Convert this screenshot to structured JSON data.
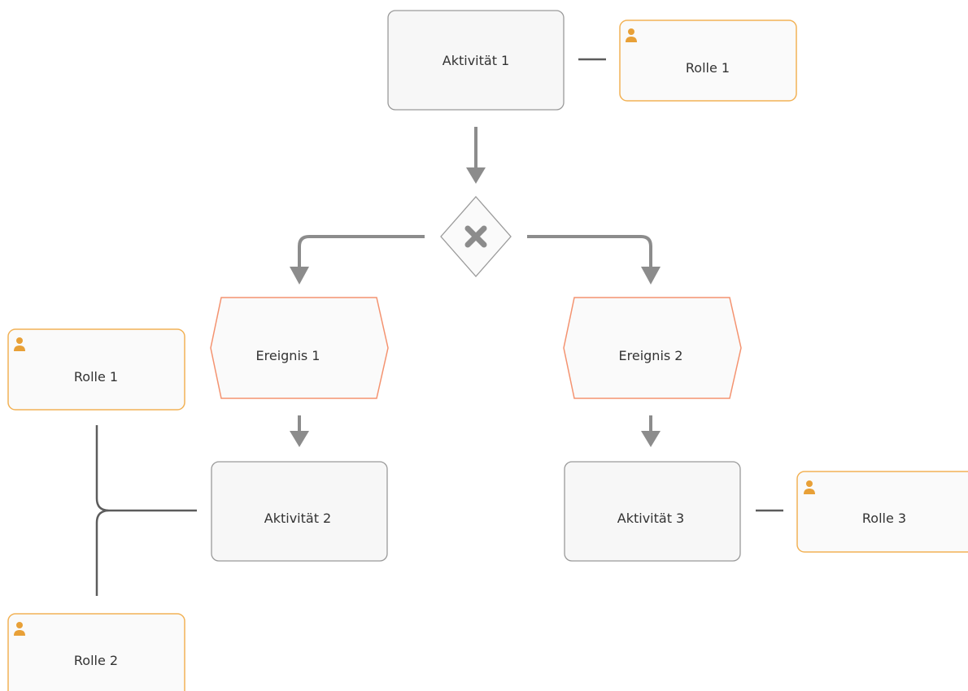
{
  "colors": {
    "activity_border": "#9a9a9a",
    "activity_fill": "#f7f7f7",
    "role_border": "#f2b256",
    "role_icon": "#e8a037",
    "event_border": "#f49370",
    "flow_line": "#8c8c8c",
    "association_line": "#5c5c5c"
  },
  "activities": {
    "a1": "Aktivität 1",
    "a2": "Aktivität 2",
    "a3": "Aktivität 3"
  },
  "roles": {
    "r1_top": "Rolle 1",
    "r1_left": "Rolle 1",
    "r2": "Rolle 2",
    "r3": "Rolle 3"
  },
  "events": {
    "e1": "Ereignis 1",
    "e2": "Ereignis 2"
  },
  "gateway": {
    "type": "XOR",
    "icon": "x-icon"
  },
  "icons": {
    "role": "person-icon"
  }
}
